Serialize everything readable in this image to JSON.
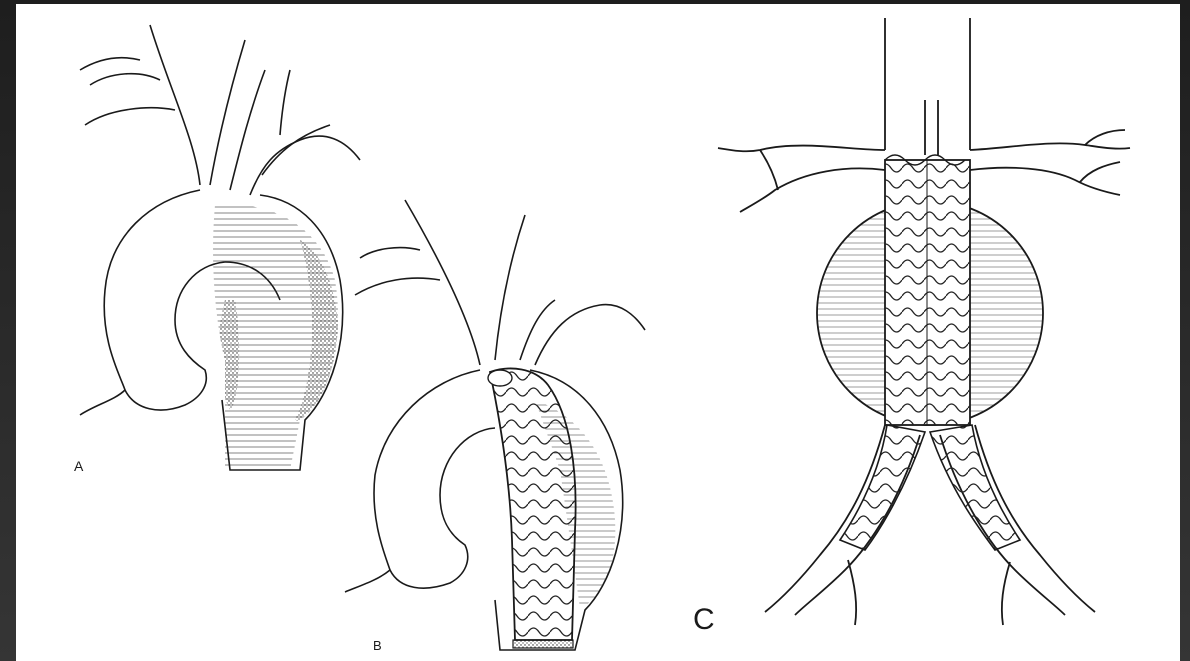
{
  "labels": {
    "a": "A",
    "b": "B",
    "c": "C"
  },
  "colors": {
    "background": "#2b2b2b",
    "panel": "#ffffff",
    "ink": "#1a1a1a"
  }
}
